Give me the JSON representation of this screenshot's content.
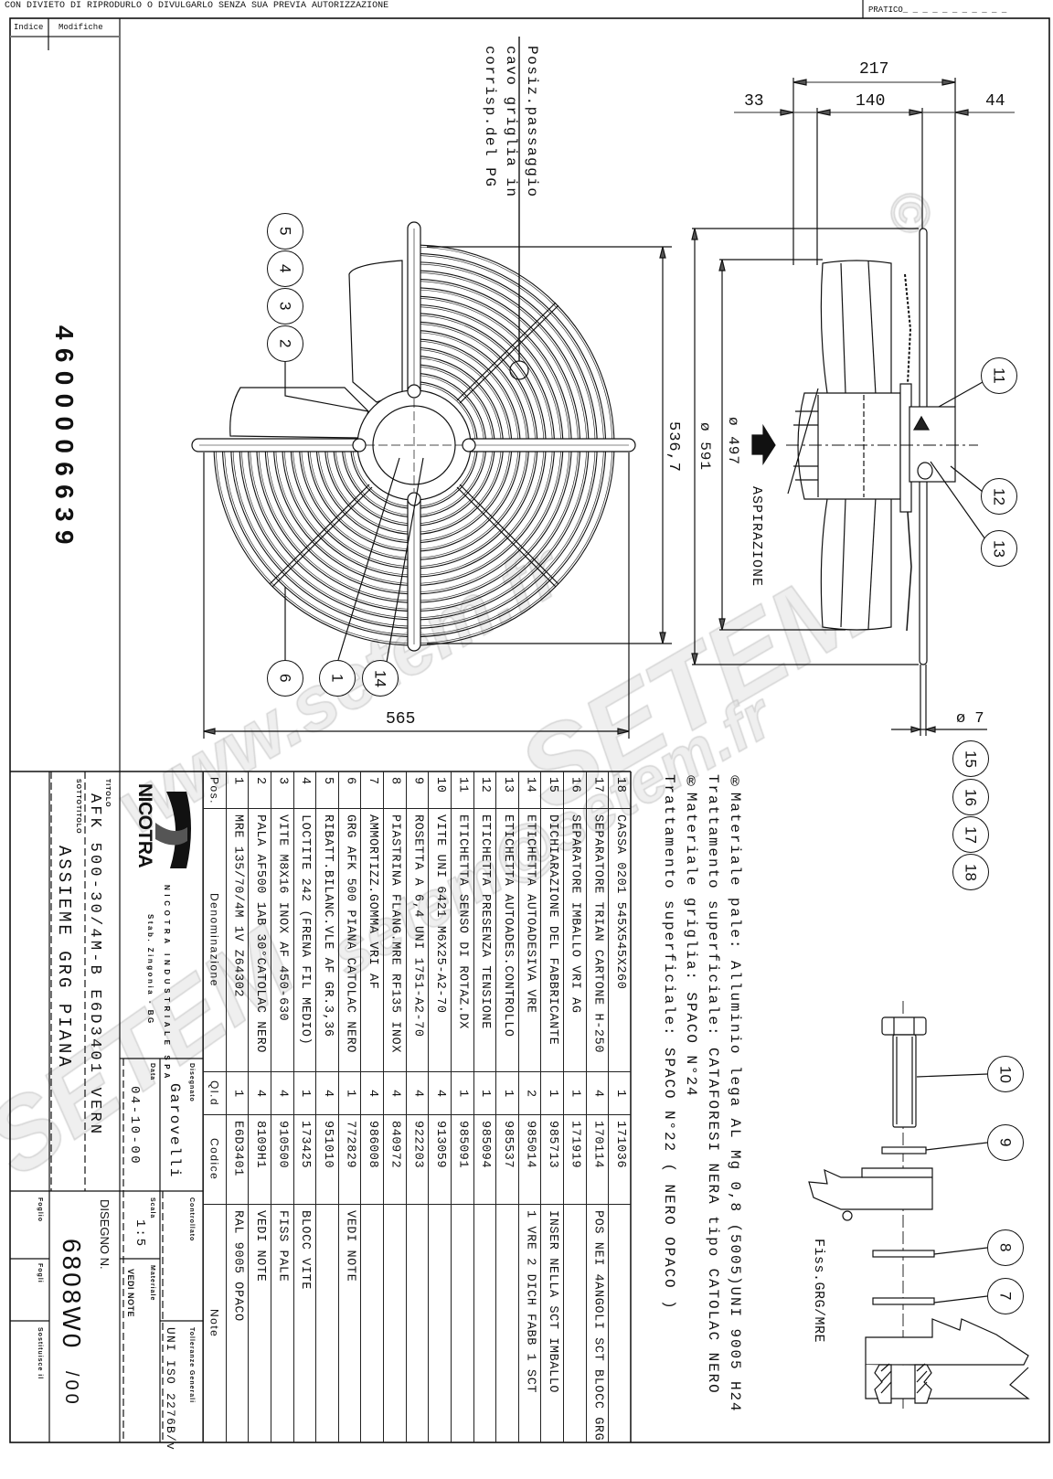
{
  "header": {
    "disclaimer": "CON DIVIETO DI RIPRODURLO O DIVULGARLO SENZA SUA PREVIA AUTORIZZAZIONE",
    "pratico_label": "PRATICO_ _ _ _ _ _ _ _ _ _ _"
  },
  "revision_block": {
    "indice_label": "Indice",
    "modifiche_label": "Modifiche"
  },
  "article_number": "4600006639",
  "callout_note": [
    "Posiz.passaggio",
    "cavo griglia in",
    "corrisp.del PG"
  ],
  "dimensions": {
    "overall_width": "565",
    "height": "536,7",
    "diameter_outer": "ø 591",
    "diameter_inner": "ø 497",
    "depth_total": "217",
    "depth_front": "33",
    "depth_mid": "140",
    "depth_rear": "44",
    "hole_diameter": "ø 7"
  },
  "airflow_label": "ASPIRAZIONE",
  "detail_label": "Fiss.GRG/MRE",
  "balloons": [
    "1",
    "2",
    "3",
    "4",
    "5",
    "6",
    "7",
    "8",
    "9",
    "10",
    "11",
    "12",
    "13",
    "14",
    "15",
    "16",
    "17",
    "18"
  ],
  "notes": [
    "®Materiale pale: Alluminio lega AL Mg 0,8 (5005)UNI 9005 H24",
    "Trattamento superficiale: CATAFORESI NERA tipo CATOLAC NERO",
    "®Materiale griglia: SPACO N°24",
    "Trattamento superficiale: SPACO  N°22 ( NERO OPACO )"
  ],
  "parts_table": {
    "headers": {
      "pos": "Pos.",
      "name": "Denominazione",
      "qty": "Ql.d",
      "code": "Codice",
      "note": "Note"
    },
    "rows": [
      {
        "pos": "1",
        "name": "MRE 135/70/4M 1V Z64302",
        "qty": "1",
        "code": "E6D3401",
        "note": "RAL 9005 OPACO"
      },
      {
        "pos": "2",
        "name": "PALA AF500 1AB 30°CATOLAC NERO",
        "qty": "4",
        "code": "8109H1",
        "note": "VEDI NOTE"
      },
      {
        "pos": "3",
        "name": "VITE M8X16 INOX AF 450-630",
        "qty": "4",
        "code": "910500",
        "note": "FISS PALE"
      },
      {
        "pos": "4",
        "name": "LOCTITE 242 (FRENA FIL MEDIO)",
        "qty": "1",
        "code": "173425",
        "note": "BLOCC VITE"
      },
      {
        "pos": "5",
        "name": "RIBATT.BILANC.VLE AF GR.3,36",
        "qty": "4",
        "code": "951010",
        "note": ""
      },
      {
        "pos": "6",
        "name": "GRG AFK 500 PIANA CATOLAC NERO",
        "qty": "1",
        "code": "772829",
        "note": "VEDI NOTE"
      },
      {
        "pos": "7",
        "name": "AMMORTIZZ.GOMMA VRI AF",
        "qty": "4",
        "code": "986008",
        "note": ""
      },
      {
        "pos": "8",
        "name": "PIASTRINA FLANG.MRE RF135 INOX",
        "qty": "4",
        "code": "840972",
        "note": ""
      },
      {
        "pos": "9",
        "name": "ROSETTA A 6,4 UNI 1751-A2-70",
        "qty": "4",
        "code": "922203",
        "note": ""
      },
      {
        "pos": "10",
        "name": "VITE UNI 6421 M6X25-A2-70",
        "qty": "4",
        "code": "913059",
        "note": ""
      },
      {
        "pos": "11",
        "name": "ETICHETTA SENSO DI ROTAZ.DX",
        "qty": "1",
        "code": "985091",
        "note": ""
      },
      {
        "pos": "12",
        "name": "ETICHETTA PRESENZA TENSIONE",
        "qty": "1",
        "code": "985094",
        "note": ""
      },
      {
        "pos": "13",
        "name": "ETICHETTA AUTOADES.CONTROLLO",
        "qty": "1",
        "code": "985537",
        "note": ""
      },
      {
        "pos": "14",
        "name": "ETICHETTA AUTOADESIVA VRE",
        "qty": "2",
        "code": "985014",
        "note": "1 VRE 2 DICH FABB 1 SCT"
      },
      {
        "pos": "15",
        "name": "DICHIARAZIONE DEL FABBRICANTE",
        "qty": "1",
        "code": "985713",
        "note": "INSER NELLA SCT IMBALLO"
      },
      {
        "pos": "16",
        "name": "SEPARATORE IMBALLO VRI AG",
        "qty": "1",
        "code": "171919",
        "note": ""
      },
      {
        "pos": "17",
        "name": "SEPARATORE TRIAN CARTONE H-250",
        "qty": "4",
        "code": "170114",
        "note": "POS NEI 4ANGOLI SCT BLOCC GRG"
      },
      {
        "pos": "18",
        "name": "CASSA 0201 545X545X260",
        "qty": "1",
        "code": "171036",
        "note": ""
      }
    ]
  },
  "title_block": {
    "logo_text": "NICOTRA",
    "company": "NICOTRA INDUSTRIALE SPA",
    "plant": "Stab. Zingonia - BG",
    "title_label": "TITOLO",
    "title": "AFK 500-30/4M-B E6D3401 VERN",
    "subtitle_label": "SOTTOTITOLO",
    "subtitle": "ASSIEME  GRG PIANA",
    "drawn_by_label": "Disegnato",
    "drawn_by": "Garovelli",
    "date_label": "Data",
    "date": "04-10-00",
    "checked_label": "Controllato",
    "scale_label": "Scala",
    "scale": "1:5",
    "material_label": "Materiale",
    "material": "VEDI NOTE",
    "tolerance_label": "Tolleranze Generali",
    "tolerance": "UNI ISO 2276B/v",
    "drawing_no_label": "DISEGNO N.",
    "drawing_no": "6808W0",
    "drawing_rev": "/00",
    "sheet_label": "Foglio",
    "sheets_label": "Fogli",
    "replaces_label": "Sostituisce il"
  },
  "watermarks": [
    "www.setem.fr",
    "SETEM",
    "setem@setem.fr",
    "SETEM",
    "©"
  ],
  "colors": {
    "ink": "#111111",
    "watermark": "#e1e1e1",
    "paper": "#ffffff"
  }
}
